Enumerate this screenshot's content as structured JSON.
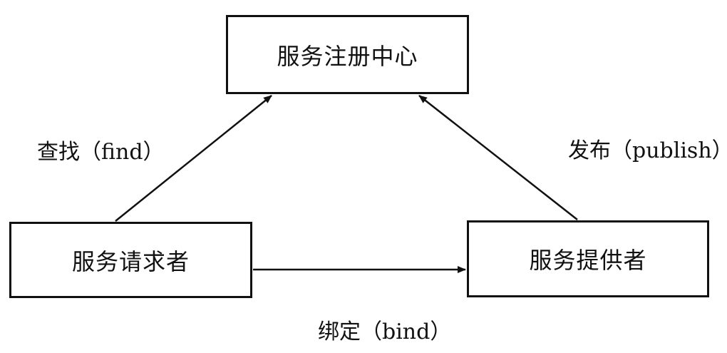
{
  "diagram": {
    "nodes": {
      "registry": "服务注册中心",
      "requester": "服务请求者",
      "provider": "服务提供者"
    },
    "edges": {
      "find": "查找（find）",
      "publish": "发布（publish）",
      "bind": "绑定（bind）"
    },
    "colors": {
      "stroke": "#111111",
      "background": "#ffffff"
    }
  }
}
